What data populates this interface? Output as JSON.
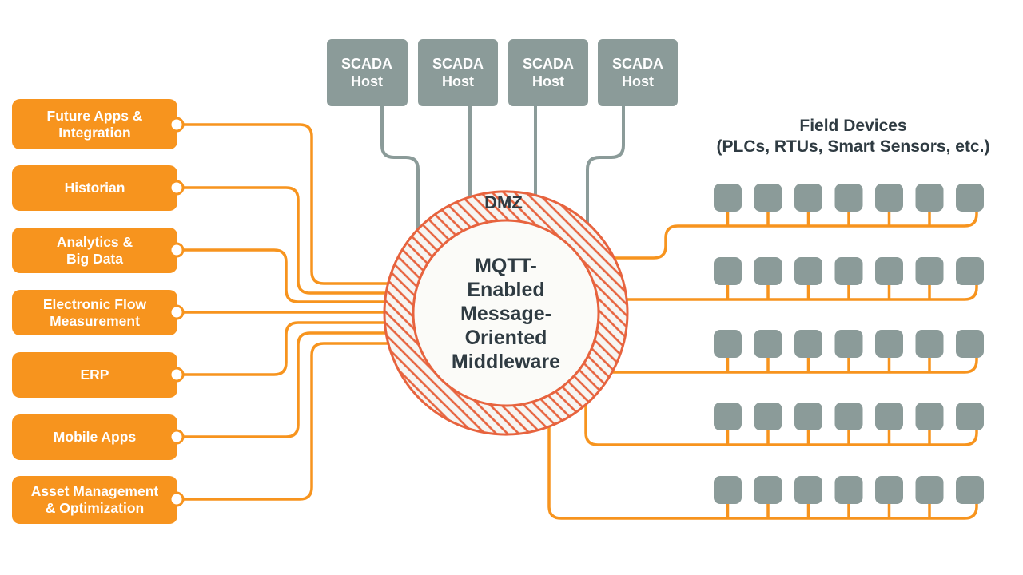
{
  "colors": {
    "accent_orange": "#F7941E",
    "ring_red": "#E7633E",
    "device_gray": "#8B9B99",
    "text_dark": "#2F3B42"
  },
  "apps": [
    {
      "label": "Future Apps &\nIntegration"
    },
    {
      "label": "Historian"
    },
    {
      "label": "Analytics &\nBig Data"
    },
    {
      "label": "Electronic Flow\nMeasurement"
    },
    {
      "label": "ERP"
    },
    {
      "label": "Mobile Apps"
    },
    {
      "label": "Asset Management\n& Optimization"
    }
  ],
  "scada_hosts": [
    {
      "label": "SCADA\nHost"
    },
    {
      "label": "SCADA\nHost"
    },
    {
      "label": "SCADA\nHost"
    },
    {
      "label": "SCADA\nHost"
    }
  ],
  "dmz": {
    "label": "DMZ"
  },
  "middleware": {
    "label": "MQTT-\nEnabled\nMessage-\nOriented\nMiddleware"
  },
  "field_devices": {
    "title": "Field Devices\n(PLCs, RTUs, Smart Sensors, etc.)",
    "rows": 5,
    "devices_per_row": 7
  }
}
